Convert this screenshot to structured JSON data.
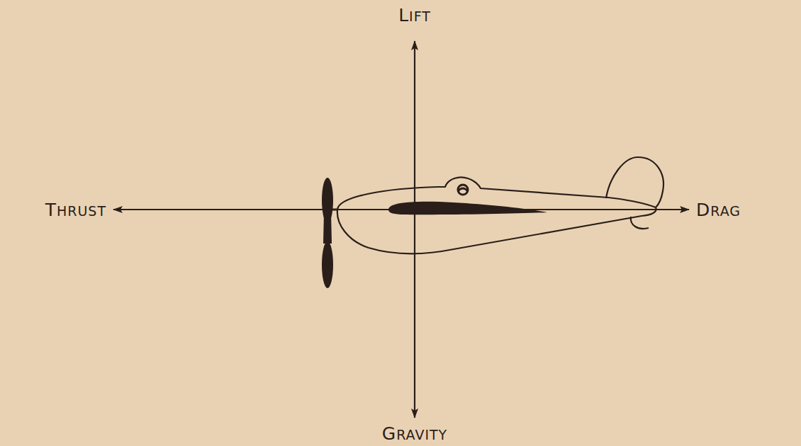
{
  "diagram": {
    "labels": [
      "LIFT",
      "THRUST",
      "DRAG",
      "GRAVITY"
    ]
  }
}
